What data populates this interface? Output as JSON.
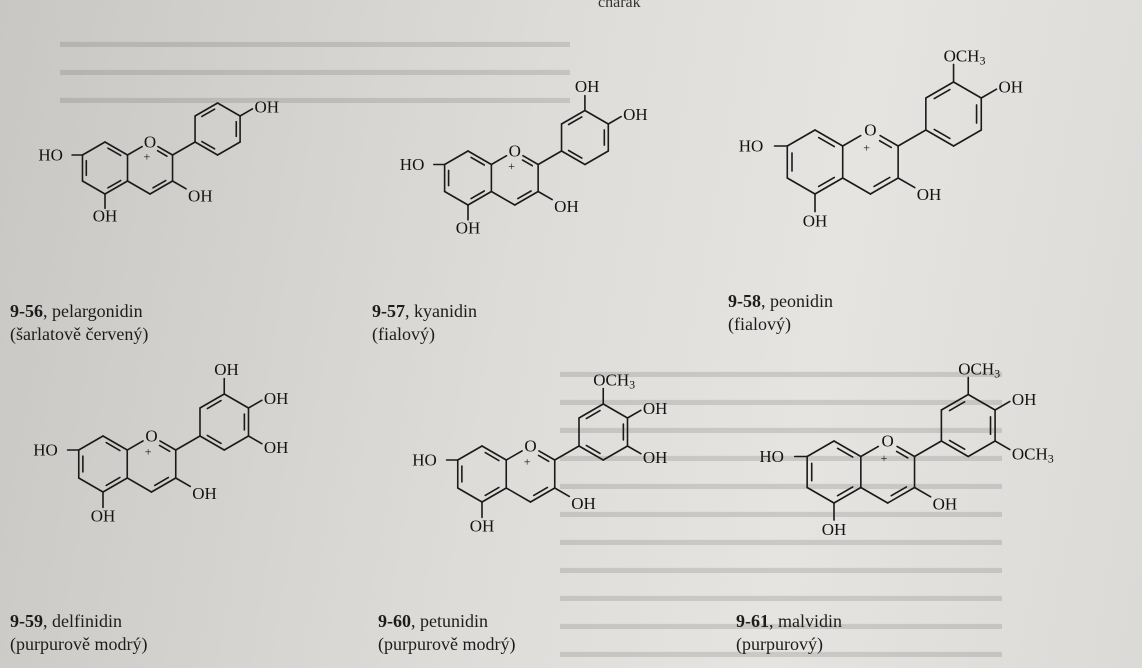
{
  "header_fragment": "charak",
  "compounds": [
    {
      "id": "9-56",
      "name": "pelargonidin",
      "color_note": "(šarlatově červený)",
      "substituents": {
        "meta1": "",
        "para": "OH",
        "meta2": ""
      }
    },
    {
      "id": "9-57",
      "name": "kyanidin",
      "color_note": "(fialový)",
      "substituents": {
        "meta1": "OH",
        "para": "OH",
        "meta2": ""
      }
    },
    {
      "id": "9-58",
      "name": "peonidin",
      "color_note": "(fialový)",
      "substituents": {
        "meta1": "OCH3",
        "para": "OH",
        "meta2": ""
      }
    },
    {
      "id": "9-59",
      "name": "delfinidin",
      "color_note": "(purpurově modrý)",
      "substituents": {
        "meta1": "OH",
        "para": "OH",
        "meta2": "OH"
      }
    },
    {
      "id": "9-60",
      "name": "petunidin",
      "color_note": "(purpurově modrý)",
      "substituents": {
        "meta1": "OCH3",
        "para": "OH",
        "meta2": "OH"
      }
    },
    {
      "id": "9-61",
      "name": "malvidin",
      "color_note": "(purpurový)",
      "substituents": {
        "meta1": "OCH3",
        "para": "OH",
        "meta2": "OCH3"
      }
    }
  ],
  "core_labels": {
    "ho7": "HO",
    "ho5": "OH",
    "oh3": "OH",
    "ring_o": "O",
    "charge": "+"
  },
  "styling": {
    "ink": "#1c1c1c",
    "paper": "#e0deda"
  }
}
